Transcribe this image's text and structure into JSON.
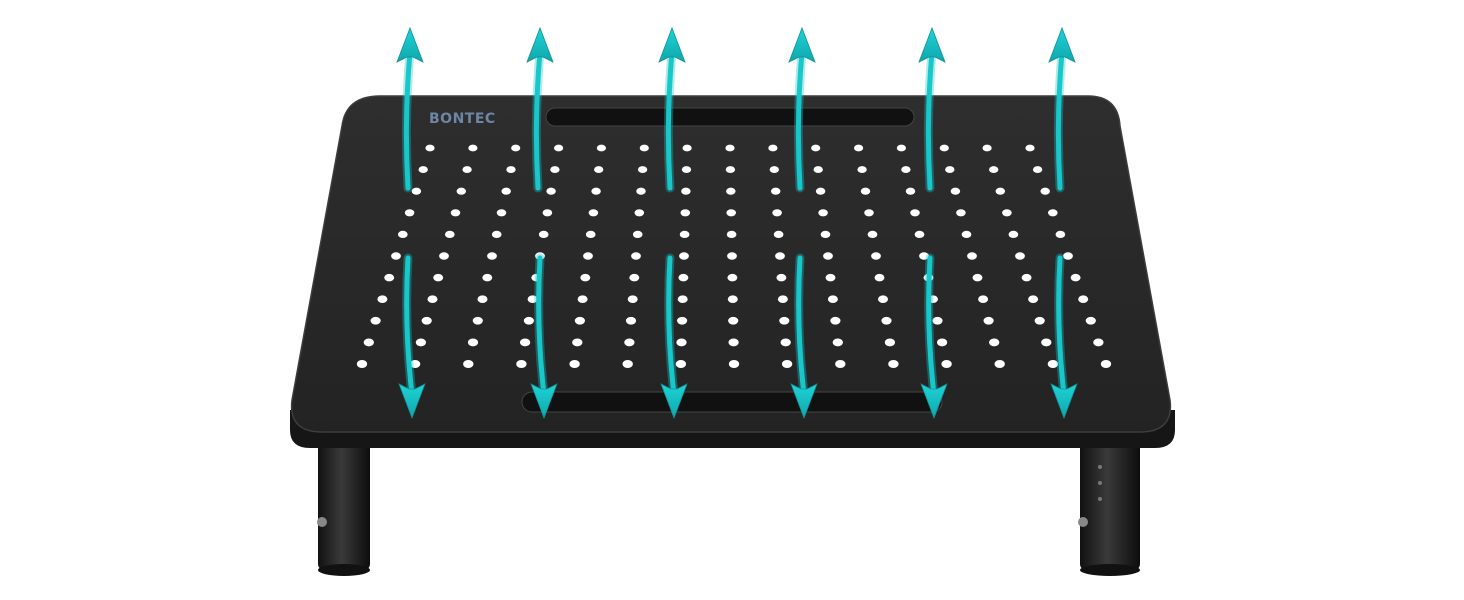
{
  "product": {
    "brand": "BONTEC"
  },
  "colors": {
    "background": "#ffffff",
    "surface": "#2b2b2b",
    "surface_edge": "#1a1a1a",
    "hole": "#ffffff",
    "arrow": "#18c7c9",
    "arrow_dark": "#0e8f95",
    "brand": "#6d86a6"
  },
  "icons": {
    "airflow_up": "arrow-up-icon",
    "airflow_down": "arrow-down-icon"
  },
  "airflow": {
    "up_arrow_count": 6,
    "down_arrow_count": 6
  }
}
